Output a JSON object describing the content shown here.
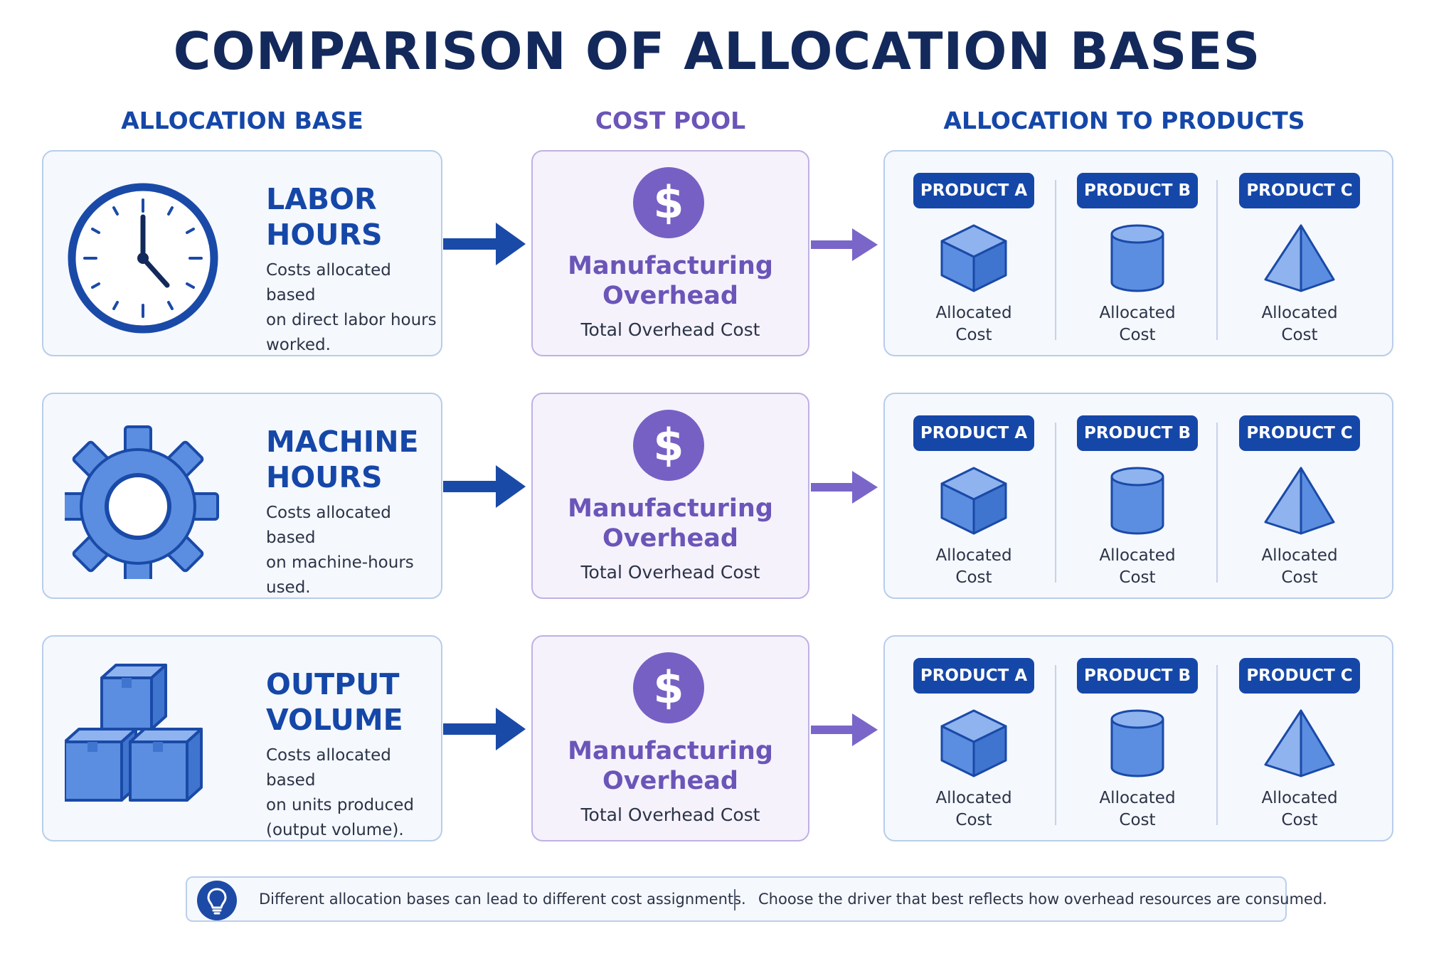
{
  "title": "COMPARISON OF ALLOCATION BASES",
  "columns": {
    "allocation_base": "ALLOCATION BASE",
    "cost_pool": "COST POOL",
    "allocation_to_products": "ALLOCATION TO PRODUCTS"
  },
  "rows": [
    {
      "basis_name_line1": "LABOR",
      "basis_name_line2": "HOURS",
      "basis_desc_line1": "Costs allocated based",
      "basis_desc_line2": "on direct labor hours",
      "basis_desc_line3": "worked.",
      "icon": "clock-icon",
      "pool_symbol": "$",
      "pool_name_line1": "Manufacturing",
      "pool_name_line2": "Overhead",
      "pool_sub": "Total Overhead Cost",
      "products": [
        {
          "label": "PRODUCT A",
          "cost_line1": "Allocated",
          "cost_line2": "Cost",
          "shape": "cube-icon"
        },
        {
          "label": "PRODUCT B",
          "cost_line1": "Allocated",
          "cost_line2": "Cost",
          "shape": "cylinder-icon"
        },
        {
          "label": "PRODUCT C",
          "cost_line1": "Allocated",
          "cost_line2": "Cost",
          "shape": "pyramid-icon"
        }
      ]
    },
    {
      "basis_name_line1": "MACHINE",
      "basis_name_line2": "HOURS",
      "basis_desc_line1": "Costs allocated based",
      "basis_desc_line2": "on machine-hours",
      "basis_desc_line3": "used.",
      "icon": "gear-icon",
      "pool_symbol": "$",
      "pool_name_line1": "Manufacturing",
      "pool_name_line2": "Overhead",
      "pool_sub": "Total Overhead Cost",
      "products": [
        {
          "label": "PRODUCT A",
          "cost_line1": "Allocated",
          "cost_line2": "Cost",
          "shape": "cube-icon"
        },
        {
          "label": "PRODUCT B",
          "cost_line1": "Allocated",
          "cost_line2": "Cost",
          "shape": "cylinder-icon"
        },
        {
          "label": "PRODUCT C",
          "cost_line1": "Allocated",
          "cost_line2": "Cost",
          "shape": "pyramid-icon"
        }
      ]
    },
    {
      "basis_name_line1": "OUTPUT",
      "basis_name_line2": "VOLUME",
      "basis_desc_line1": "Costs allocated based",
      "basis_desc_line2": "on units produced",
      "basis_desc_line3": "(output volume).",
      "icon": "boxes-icon",
      "pool_symbol": "$",
      "pool_name_line1": "Manufacturing",
      "pool_name_line2": "Overhead",
      "pool_sub": "Total Overhead Cost",
      "products": [
        {
          "label": "PRODUCT A",
          "cost_line1": "Allocated",
          "cost_line2": "Cost",
          "shape": "cube-icon"
        },
        {
          "label": "PRODUCT B",
          "cost_line1": "Allocated",
          "cost_line2": "Cost",
          "shape": "cylinder-icon"
        },
        {
          "label": "PRODUCT C",
          "cost_line1": "Allocated",
          "cost_line2": "Cost",
          "shape": "pyramid-icon"
        }
      ]
    }
  ],
  "footer": {
    "icon": "lightbulb-icon",
    "left_text": "Different allocation bases can lead to different cost assignments.",
    "right_text": "Choose the driver that best reflects how overhead resources are consumed."
  },
  "colors": {
    "title": "#13295b",
    "blue_accent": "#1547a8",
    "purple_accent": "#7760c4",
    "shape_fill": "#5b8ee0",
    "shape_stroke": "#1a4aa8"
  }
}
